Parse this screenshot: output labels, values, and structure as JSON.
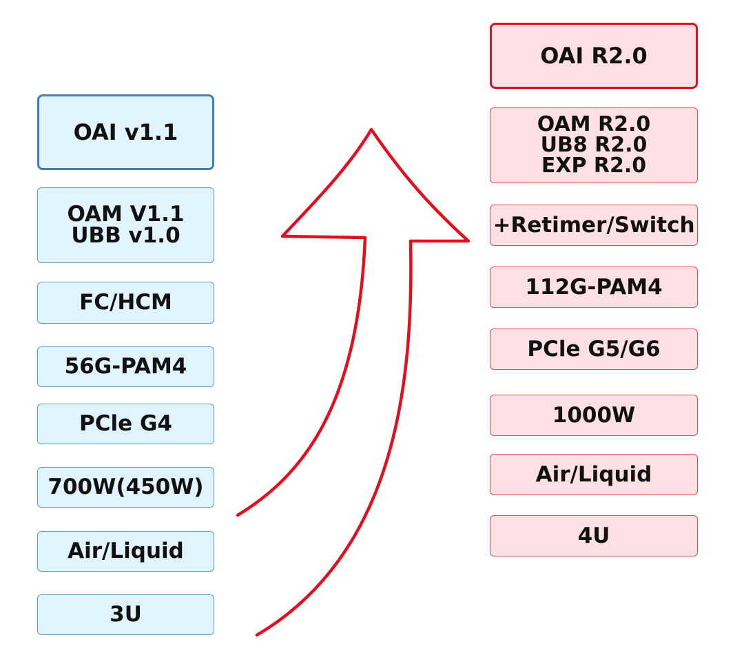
{
  "left_column": {
    "color": "#3d7fbf",
    "fill": "#e1f3fc",
    "items": [
      "OAI v1.1",
      "OAM V1.1\nUBB v1.0",
      "FC/HCM",
      "56G-PAM4",
      "PCle G4",
      "700W(450W)",
      "Air/Liquid",
      "3U"
    ]
  },
  "right_column": {
    "color": "#e0101e",
    "fill": "#fde0e3",
    "items": [
      "OAI R2.0",
      "OAM R2.0\nUB8 R2.0\nEXP R2.0",
      "+Retimer/Switch",
      "112G-PAM4",
      "PCle G5/G6",
      "1000W",
      "Air/Liquid",
      "4U"
    ]
  },
  "arrow": {
    "icon": "upward-arrow-icon",
    "color": "#e0101e"
  }
}
